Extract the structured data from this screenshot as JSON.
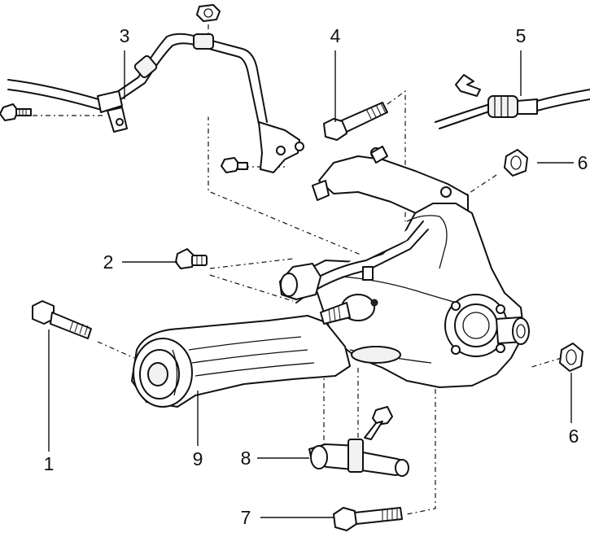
{
  "diagram": {
    "callouts": [
      {
        "id": "c1",
        "number": "1"
      },
      {
        "id": "c2",
        "number": "2"
      },
      {
        "id": "c3",
        "number": "3"
      },
      {
        "id": "c4",
        "number": "4"
      },
      {
        "id": "c5",
        "number": "5"
      },
      {
        "id": "c6a",
        "number": "6"
      },
      {
        "id": "c6b",
        "number": "6"
      },
      {
        "id": "c7",
        "number": "7"
      },
      {
        "id": "c8",
        "number": "8"
      },
      {
        "id": "c9",
        "number": "9"
      }
    ]
  }
}
